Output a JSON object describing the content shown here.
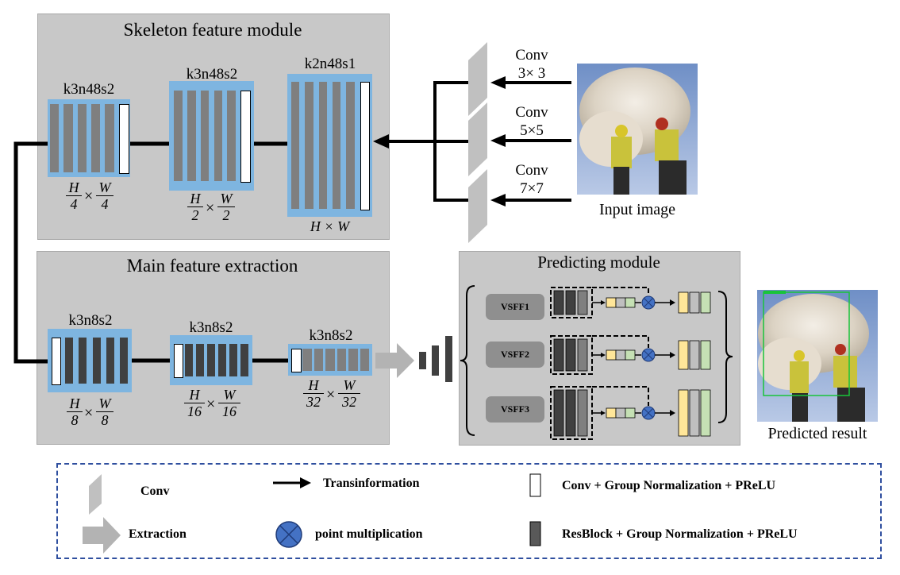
{
  "skeleton": {
    "title": "Skeleton feature module",
    "blocks": [
      {
        "label": "k3n48s2",
        "frac": {
          "num_a": "H",
          "den_a": "4",
          "num_b": "W",
          "den_b": "4"
        }
      },
      {
        "label": "k3n48s2",
        "frac": {
          "num_a": "H",
          "den_a": "2",
          "num_b": "W",
          "den_b": "2"
        }
      },
      {
        "label": "k2n48s1",
        "size_label": "H × W"
      }
    ]
  },
  "main": {
    "title": "Main feature extraction",
    "blocks": [
      {
        "label": "k3n8s2",
        "frac": {
          "num_a": "H",
          "den_a": "8",
          "num_b": "W",
          "den_b": "8"
        }
      },
      {
        "label": "k3n8s2",
        "frac": {
          "num_a": "H",
          "den_a": "16",
          "num_b": "W",
          "den_b": "16"
        }
      },
      {
        "label": "k3n8s2",
        "frac": {
          "num_a": "H",
          "den_a": "32",
          "num_b": "W",
          "den_b": "32"
        }
      }
    ]
  },
  "conv_inputs": [
    {
      "line1": "Conv",
      "line2": "3× 3"
    },
    {
      "line1": "Conv",
      "line2": "5×5"
    },
    {
      "line1": "Conv",
      "line2": "7×7"
    }
  ],
  "input_caption": "Input image",
  "predicting": {
    "title": "Predicting module",
    "modules": [
      "VSFF1",
      "VSFF2",
      "VSFF3"
    ]
  },
  "result_caption": "Predicted result",
  "legend": {
    "conv": "Conv",
    "extraction": "Extraction",
    "transinformation": "Transinformation",
    "point_mult": "point multiplication",
    "white_block": "Conv + Group Normalization + PReLU",
    "dark_block": "ResBlock + Group Normalization + PReLU"
  },
  "colors": {
    "panel": "#c8c8c8",
    "block_blue": "#7eb5e0",
    "bar_gray": "#7f7f7f",
    "bar_dark": "#404040",
    "legend_border": "#2f4f9f",
    "mult_circle": "#4472c4",
    "feat_yellow": "#ffe699",
    "feat_green": "#c5e0b4",
    "feat_gray": "#bfbfbf"
  }
}
